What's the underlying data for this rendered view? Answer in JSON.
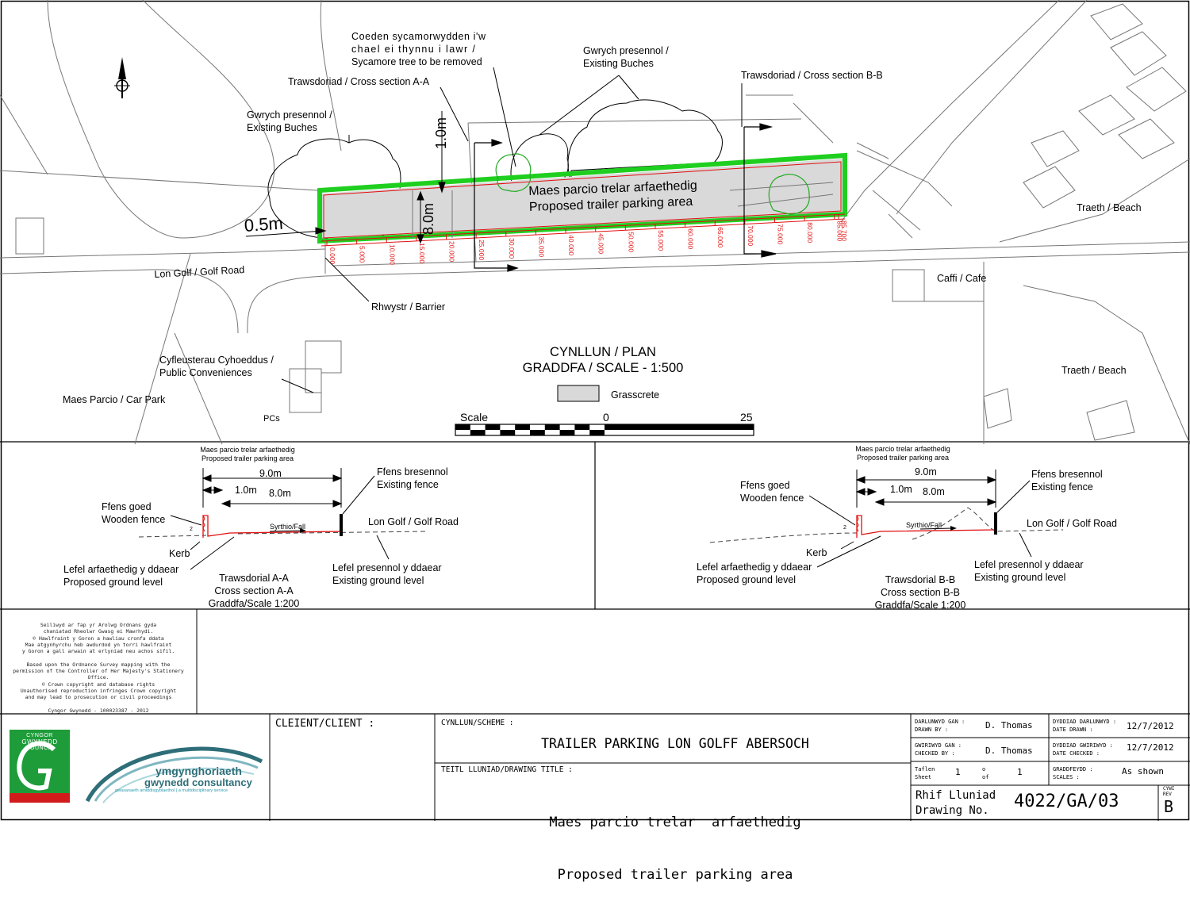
{
  "plan": {
    "labels": {
      "sycamore": [
        "Coeden sycamorwydden i'w",
        "chael ei thynnu i lawr /",
        "Sycamore tree to be removed"
      ],
      "buches_right": [
        "Gwrych presennol /",
        "Existing Buches"
      ],
      "section_aa": "Trawsdoriad / Cross section A-A",
      "section_bb": "Trawsdoriad / Cross section B-B",
      "buches_left": [
        "Gwrych presennol /",
        "Existing Buches"
      ],
      "beach_1": "Traeth / Beach",
      "beach_2": "Traeth / Beach",
      "golf_road": "Lon Golf / Golf Road",
      "cafe": "Caffi / Cafe",
      "barrier": "Rhwystr / Barrier",
      "conveniences": [
        "Cyfleusterau Cyhoeddus /",
        "Public Conveniences"
      ],
      "car_park": "Maes Parcio / Car Park",
      "pcs": "PCs",
      "parking_area": [
        "Maes parcio trelar arfaethedig",
        "Proposed trailer parking area"
      ],
      "dim_1_0": "1.0m",
      "dim_8_0": "8.0m",
      "dim_0_5": "0.5m"
    },
    "chainages": [
      "0.000",
      "5.000",
      "10.000",
      "15.000",
      "20.000",
      "25.000",
      "30.000",
      "35.000",
      "40.000",
      "45.000",
      "50.000",
      "55.000",
      "60.000",
      "65.000",
      "70.000",
      "75.000",
      "80.000",
      "85.000"
    ],
    "chainage_end": "85.700",
    "title": [
      "CYNLLUN / PLAN",
      "GRADDFA  / SCALE - 1:500"
    ],
    "legend_label": "Grasscrete",
    "scale_label": "Scale",
    "scale_0": "0",
    "scale_25": "25"
  },
  "section_a": {
    "header": [
      "Maes parcio trelar  arfaethedig",
      "Proposed trailer parking area"
    ],
    "dim_9": "9.0m",
    "dim_1": "1.0m",
    "dim_8": "8.0m",
    "wooden_fence": [
      "Ffens goed",
      "Wooden fence"
    ],
    "existing_fence": [
      "Ffens bresennol",
      "Existing fence"
    ],
    "fall": "Syrthio/Fall",
    "road": "Lon Golf / Golf Road",
    "slope": "2",
    "kerb": "Kerb",
    "proposed_level": [
      "Lefel arfaethedig y ddaear",
      "Proposed ground level"
    ],
    "existing_level": [
      "Lefel presennol y ddaear",
      "Existing ground level"
    ],
    "title": [
      "Trawsdorial A-A",
      "Cross section A-A",
      "Graddfa/Scale 1:200"
    ]
  },
  "section_b": {
    "header": [
      "Maes parcio trelar  arfaethedig",
      "Proposed trailer parking area"
    ],
    "dim_9": "9.0m",
    "dim_1": "1.0m",
    "dim_8": "8.0m",
    "wooden_fence": [
      "Ffens goed",
      "Wooden fence"
    ],
    "existing_fence": [
      "Ffens bresennol",
      "Existing fence"
    ],
    "fall": "Syrthio/Fall",
    "road": "Lon Golf / Golf Road",
    "slope": "2",
    "kerb": "Kerb",
    "proposed_level": [
      "Lefel arfaethedig y ddaear",
      "Proposed ground level"
    ],
    "existing_level": [
      "Lefel presennol y ddaear",
      "Existing ground level"
    ],
    "title": [
      "Trawsdorial B-B",
      "Cross section B-B",
      "Graddfa/Scale 1:200"
    ]
  },
  "copyright": [
    "Seiliwyd ar fap yr Arolwg Ordnans gyda",
    "chaniatad Rheolwr Gwasg ei Mawrhydi.",
    "© Hawlfraint y Goron a hawliau cronfa ddata",
    "Mae atgynhyrchu heb awdurdod yn torri hawlfraint",
    "y Goron a gall arwain at erlyniad neu achos sifil.",
    "",
    "Based upon the Ordnance Survey mapping with the",
    "permission of the Controller of Her Majesty's Stationery Office.",
    "© Crown copyright and database rights",
    "Unauthorised reproduction infringes Crown copyright",
    "and may lead to prosecution or civil proceedings",
    "",
    "Cyngor Gwynedd - 100023387 - 2012"
  ],
  "title_block": {
    "council_logo": [
      "CYNGOR",
      "GWYNEDD",
      "COUNCIL"
    ],
    "consultancy_name": "ymgynghoriaeth",
    "consultancy_name2": "gwynedd consultancy",
    "consultancy_tagline": "gwasanaeth amlddisgyblaethol | a multidisciplinary service",
    "client_label": "CLEIENT/CLIENT :",
    "scheme_label": "CYNLLUN/SCHEME :",
    "scheme_value": "TRAILER PARKING LON GOLFF ABERSOCH",
    "drawing_title_label": "TEITL LLUNIAD/DRAWING TITLE :",
    "drawing_title": [
      "Maes parcio trelar  arfaethedig",
      "Proposed trailer parking area"
    ],
    "drawn_by_label": [
      "DARLUNWYD GAN :",
      "DRAWN BY :"
    ],
    "drawn_by": "D. Thomas",
    "checked_by_label": [
      "GWIRIWYD GAN :",
      "CHECKED BY :"
    ],
    "checked_by": "D. Thomas",
    "sheet_label": [
      "Taflen",
      "Sheet"
    ],
    "sheet_no": "1",
    "of_label": [
      "o",
      "of"
    ],
    "sheet_total": "1",
    "date_drawn_label": [
      "DYDDIAD DARLUNWYD :",
      "DATE DRAWN :"
    ],
    "date_drawn": "12/7/2012",
    "date_checked_label": [
      "DYDDIAD GWIRIWYD :",
      "DATE CHECKED :"
    ],
    "date_checked": "12/7/2012",
    "scales_label": [
      "GRADDFEYDD :",
      "SCALES :"
    ],
    "scales": "As shown",
    "drawing_no_label": [
      "Rhif Lluniad",
      "Drawing No."
    ],
    "drawing_no": "4022/GA/03",
    "rev_label": [
      "CYWI",
      "REV"
    ],
    "rev": "B"
  },
  "colors": {
    "grasscrete": "#d9d9d9",
    "verge": "#1fcf1f",
    "redline": "#e01010",
    "tree": "#22aa22",
    "council_green": "#1e9c3a",
    "council_red": "#d21c1c",
    "consult_teal": "#2e6e78"
  }
}
